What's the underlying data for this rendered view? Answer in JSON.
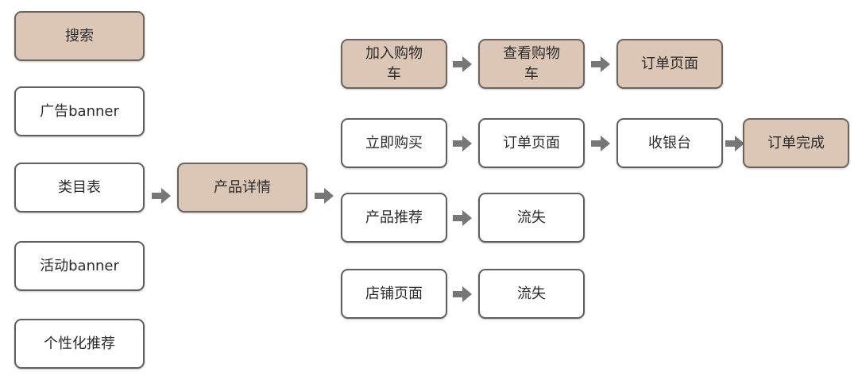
{
  "colors": {
    "highlight_fill": "#dcc6b6",
    "normal_fill": "#ffffff",
    "border": "#5f5f5f",
    "arrow": "#777777"
  },
  "entry_points": [
    {
      "label": "搜索",
      "highlighted": true
    },
    {
      "label": "广告banner",
      "highlighted": false
    },
    {
      "label": "类目表",
      "highlighted": false
    },
    {
      "label": "活动banner",
      "highlighted": false
    },
    {
      "label": "个性化推荐",
      "highlighted": false
    }
  ],
  "product_detail": {
    "label": "产品详情",
    "highlighted": true
  },
  "paths": [
    {
      "steps": [
        {
          "label": "加入购物\n车",
          "highlighted": true
        },
        {
          "label": "查看购物\n车",
          "highlighted": true
        },
        {
          "label": "订单页面",
          "highlighted": true
        }
      ]
    },
    {
      "steps": [
        {
          "label": "立即购买",
          "highlighted": false
        },
        {
          "label": "订单页面",
          "highlighted": false
        },
        {
          "label": "收银台",
          "highlighted": false
        },
        {
          "label": "订单完成",
          "highlighted": true
        }
      ]
    },
    {
      "steps": [
        {
          "label": "产品推荐",
          "highlighted": false
        },
        {
          "label": "流失",
          "highlighted": false
        }
      ]
    },
    {
      "steps": [
        {
          "label": "店铺页面",
          "highlighted": false
        },
        {
          "label": "流失",
          "highlighted": false
        }
      ]
    }
  ]
}
